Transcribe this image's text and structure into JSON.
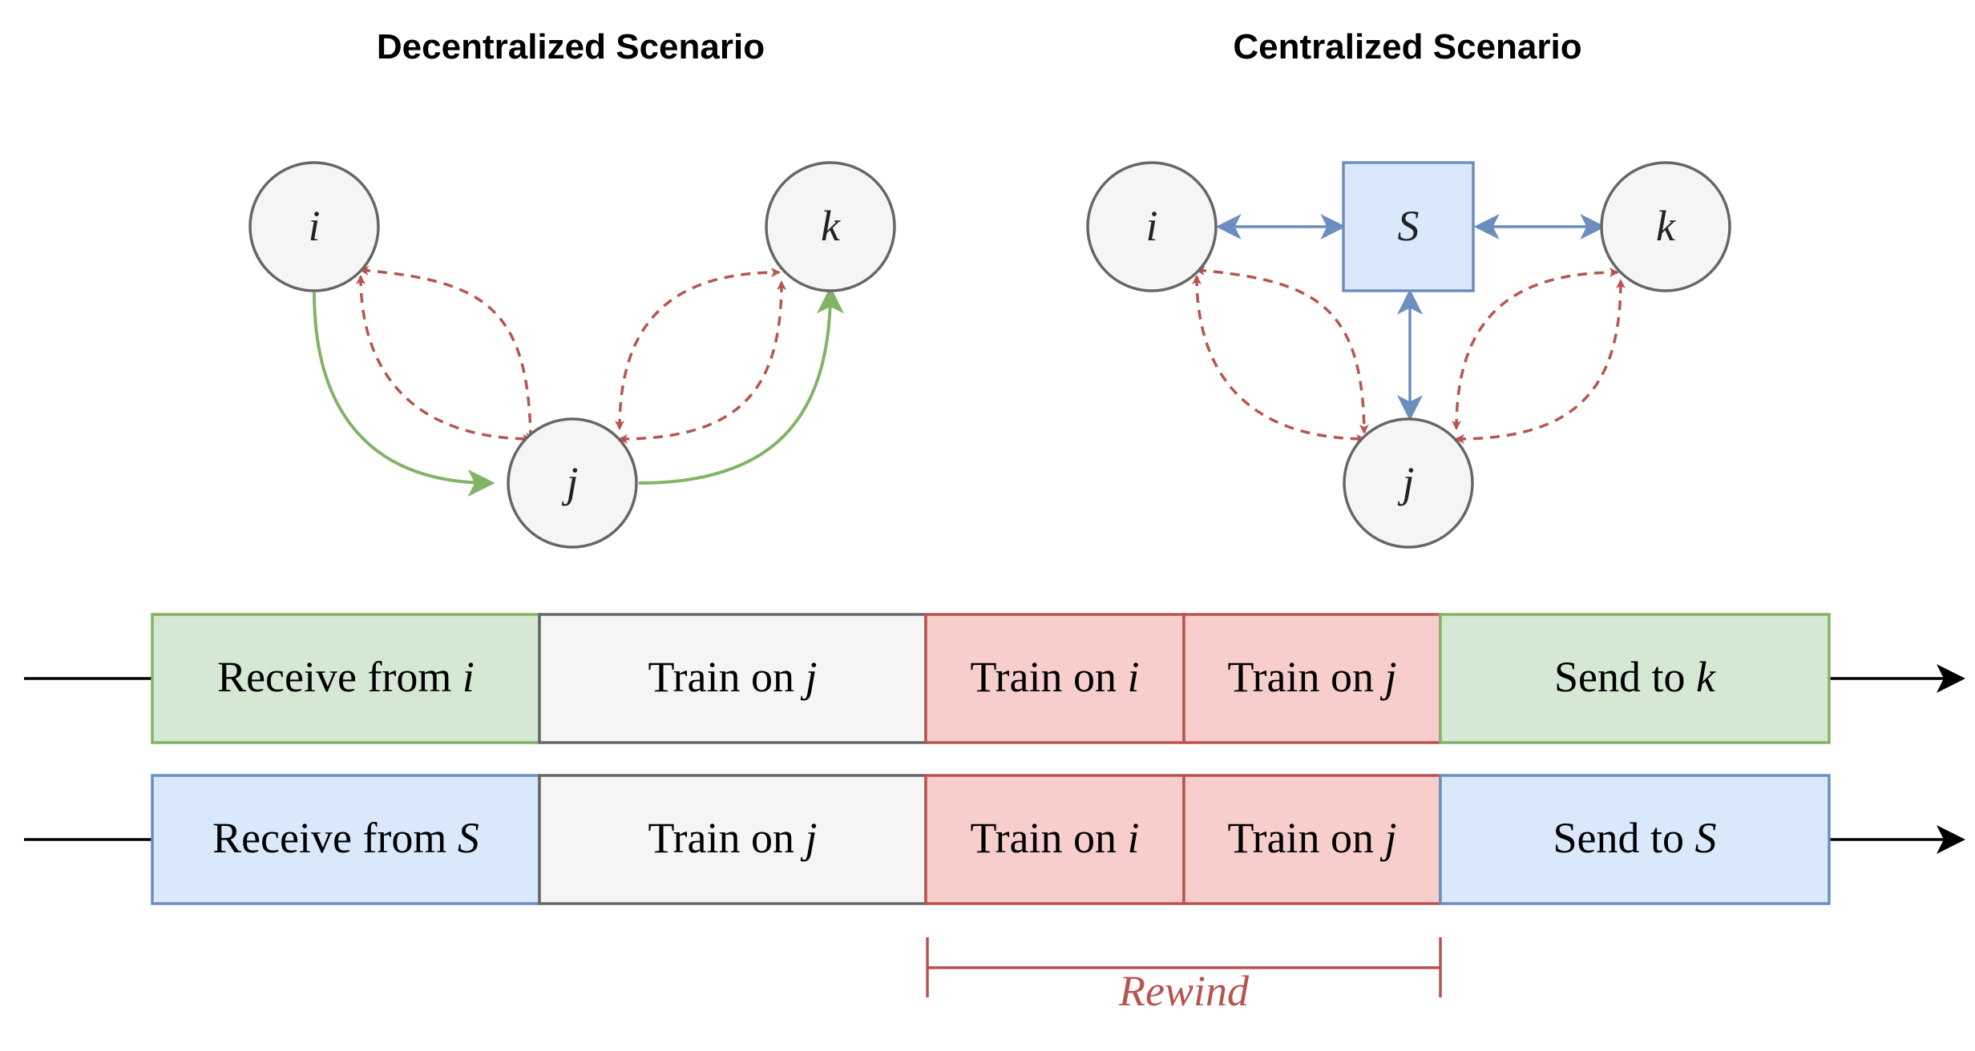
{
  "titles": {
    "decentralized": "Decentralized Scenario",
    "centralized": "Centralized Scenario"
  },
  "nodes": {
    "dec_i": "i",
    "dec_k": "k",
    "dec_j": "j",
    "cen_i": "i",
    "cen_s": "S",
    "cen_k": "k",
    "cen_j": "j"
  },
  "timeline_top": [
    {
      "prefix": "Receive from ",
      "var": "i"
    },
    {
      "prefix": "Train on ",
      "var": "j"
    },
    {
      "prefix": "Train on ",
      "var": "i"
    },
    {
      "prefix": "Train on ",
      "var": "j"
    },
    {
      "prefix": "Send to ",
      "var": "k"
    }
  ],
  "timeline_bottom": [
    {
      "prefix": "Receive from ",
      "var": "S"
    },
    {
      "prefix": "Train on ",
      "var": "j"
    },
    {
      "prefix": "Train on ",
      "var": "i"
    },
    {
      "prefix": "Train on ",
      "var": "j"
    },
    {
      "prefix": "Send to ",
      "var": "S"
    }
  ],
  "rewind_label": "Rewind",
  "colors": {
    "green_fill": "#d5e8d4",
    "green_stroke": "#82b366",
    "blue_fill": "#dae8fc",
    "blue_stroke": "#6c8ebf",
    "red_fill": "#f8cecc",
    "red_stroke": "#b85450",
    "gray_fill": "#f5f5f5",
    "gray_stroke": "#666666"
  }
}
